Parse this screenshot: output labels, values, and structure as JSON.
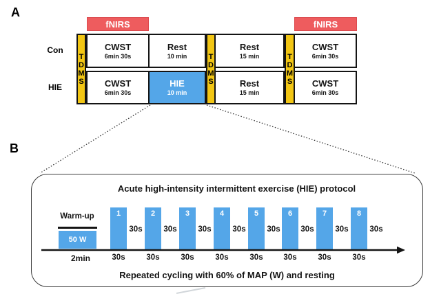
{
  "colors": {
    "accent_red": "#ee5c5e",
    "accent_yellow": "#f2c614",
    "accent_blue": "#54a6e8"
  },
  "panelA": {
    "label": "A",
    "fnirs_label": "fNIRS",
    "tdms": [
      "T",
      "D",
      "M",
      "S"
    ],
    "rows": [
      {
        "label": "Con",
        "cells": [
          {
            "title": "CWST",
            "sub": "6min 30s"
          },
          {
            "title": "Rest",
            "sub": "10 min"
          },
          {
            "title": "Rest",
            "sub": "15 min"
          },
          {
            "title": "CWST",
            "sub": "6min 30s"
          }
        ]
      },
      {
        "label": "HIE",
        "cells": [
          {
            "title": "CWST",
            "sub": "6min 30s"
          },
          {
            "title": "HIE",
            "sub": "10 min"
          },
          {
            "title": "Rest",
            "sub": "15 min"
          },
          {
            "title": "CWST",
            "sub": "6min 30s"
          }
        ]
      }
    ]
  },
  "panelB": {
    "label": "B",
    "title": "Acute high-intensity intermittent exercise (HIE) protocol",
    "warmup": {
      "label": "Warm-up",
      "power": "50 W",
      "duration": "2min"
    },
    "intervals": [
      {
        "number": "1",
        "work": "30s",
        "rest": "30s"
      },
      {
        "number": "2",
        "work": "30s",
        "rest": "30s"
      },
      {
        "number": "3",
        "work": "30s",
        "rest": "30s"
      },
      {
        "number": "4",
        "work": "30s",
        "rest": "30s"
      },
      {
        "number": "5",
        "work": "30s",
        "rest": "30s"
      },
      {
        "number": "6",
        "work": "30s",
        "rest": "30s"
      },
      {
        "number": "7",
        "work": "30s",
        "rest": "30s"
      },
      {
        "number": "8",
        "work": "30s",
        "rest": "30s"
      }
    ],
    "footer": "Repeated cycling with 60% of MAP (W) and resting"
  }
}
